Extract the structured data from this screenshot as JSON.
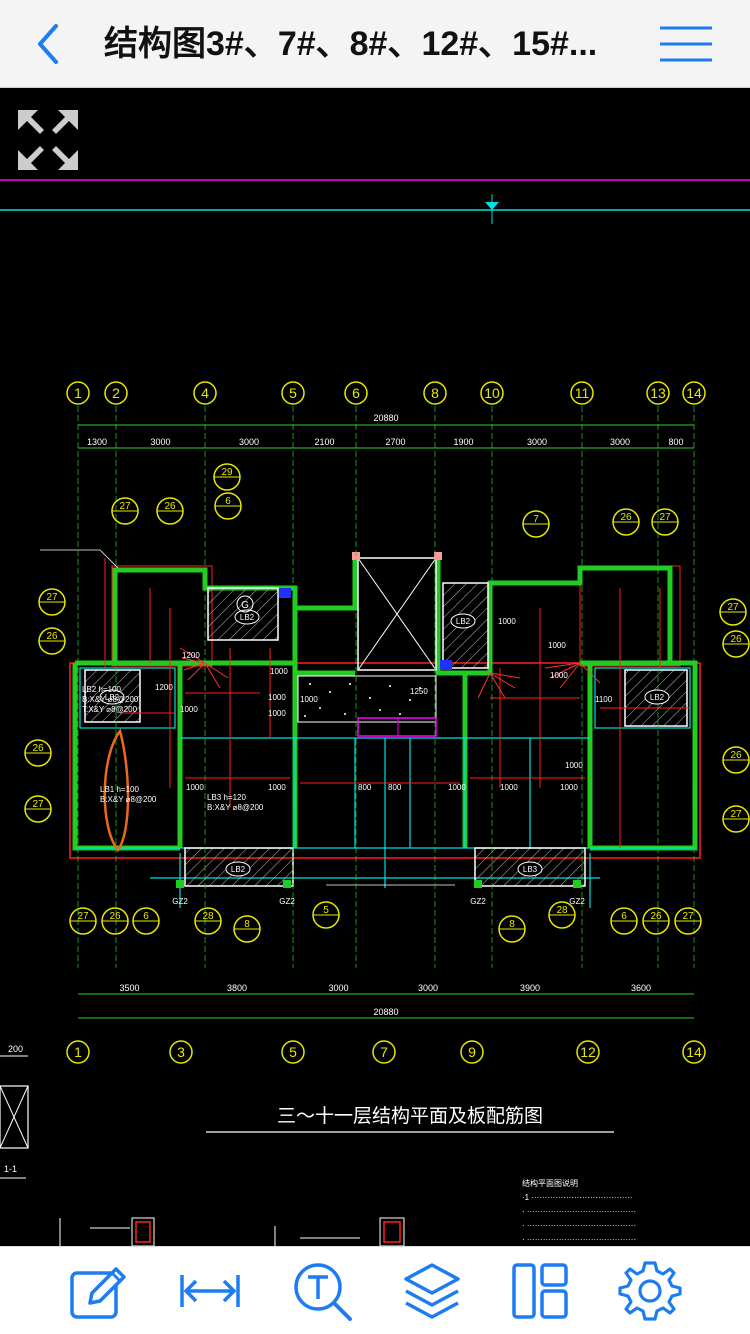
{
  "header": {
    "title": "结构图3#、7#、8#、12#、15#...",
    "back_icon": "chevron-left-icon",
    "menu_icon": "hamburger-menu-icon"
  },
  "drawing": {
    "plan_title": "三～十一层结构平面及板配筋图",
    "top_axes": [
      "1",
      "2",
      "4",
      "5",
      "6",
      "8",
      "10",
      "11",
      "13",
      "14"
    ],
    "bottom_axes": [
      "1",
      "3",
      "5",
      "7",
      "9",
      "12",
      "14"
    ],
    "total_dim": "20880",
    "top_dims": [
      "1300",
      "3000",
      "3000",
      "2100",
      "2700",
      "1900",
      "3000",
      "3000",
      "800"
    ],
    "bottom_dims": [
      "3500",
      "3800",
      "3000",
      "3000",
      "3900",
      "3600"
    ],
    "slab_labels": [
      "LB2",
      "LB2",
      "LB2",
      "LB2",
      "LB2",
      "LB3"
    ],
    "slab_texts": [
      "LB2 h=100",
      "B:X&Y ⌀8@200",
      "T:X&Y ⌀8@200",
      "LB3 h=120",
      "B:X&Y ⌀8@200",
      "LB1 h=100",
      "B:X&Y ⌀8@200"
    ],
    "column_tags": [
      "GZ2",
      "GZ2",
      "GZ2",
      "GZ2"
    ],
    "grid_marker": "G",
    "callouts_left": [
      "27",
      "26",
      "26",
      "27"
    ],
    "callouts_right": [
      "27",
      "26",
      "26",
      "27"
    ],
    "callouts_top": [
      "29",
      "6",
      "27",
      "26",
      "7",
      "26",
      "27"
    ],
    "callouts_bottom": [
      "27",
      "26",
      "6",
      "28",
      "8",
      "5",
      "28",
      "6",
      "26",
      "27",
      "8"
    ],
    "section_label": "1-1",
    "section_dim": "200",
    "notes_title": "结构平面图说明",
    "accent_colors": {
      "axis": "#e8e800",
      "wall": "#22cc22",
      "red": "#ff2020",
      "cyan": "#00e0e0",
      "magenta": "#ff00ff",
      "white": "#ffffff",
      "blue": "#2030ff"
    }
  },
  "toolbar": {
    "items": [
      {
        "name": "edit-annotation-icon"
      },
      {
        "name": "measure-distance-icon"
      },
      {
        "name": "text-search-icon"
      },
      {
        "name": "layers-icon"
      },
      {
        "name": "layout-panels-icon"
      },
      {
        "name": "settings-gear-icon"
      }
    ],
    "color": "#1e7cf2"
  },
  "expand_icon": "fullscreen-expand-icon"
}
